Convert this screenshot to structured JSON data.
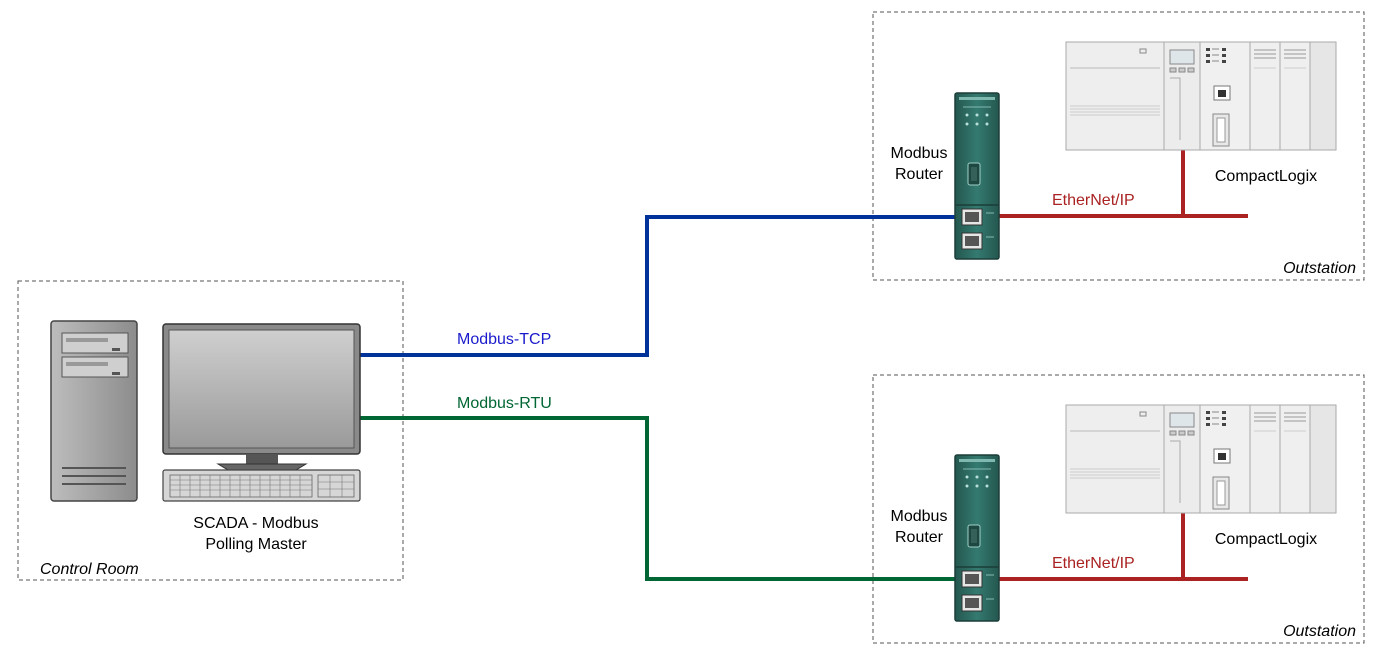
{
  "zones": {
    "control_room": "Control Room",
    "outstation_top": "Outstation",
    "outstation_bottom": "Outstation"
  },
  "labels": {
    "scada_line1": "SCADA - Modbus",
    "scada_line2": "Polling Master",
    "router_top_line1": "Modbus",
    "router_top_line2": "Router",
    "router_bottom_line1": "Modbus",
    "router_bottom_line2": "Router",
    "plc_top": "CompactLogix",
    "plc_bottom": "CompactLogix"
  },
  "links": {
    "modbus_tcp": "Modbus-TCP",
    "modbus_rtu": "Modbus-RTU",
    "ethernetip_top": "EtherNet/IP",
    "ethernetip_bottom": "EtherNet/IP"
  },
  "colors": {
    "modbus_tcp": "#003399",
    "modbus_rtu": "#006633",
    "ethernetip": "#aa2222",
    "router_body": "#2e6b63"
  }
}
